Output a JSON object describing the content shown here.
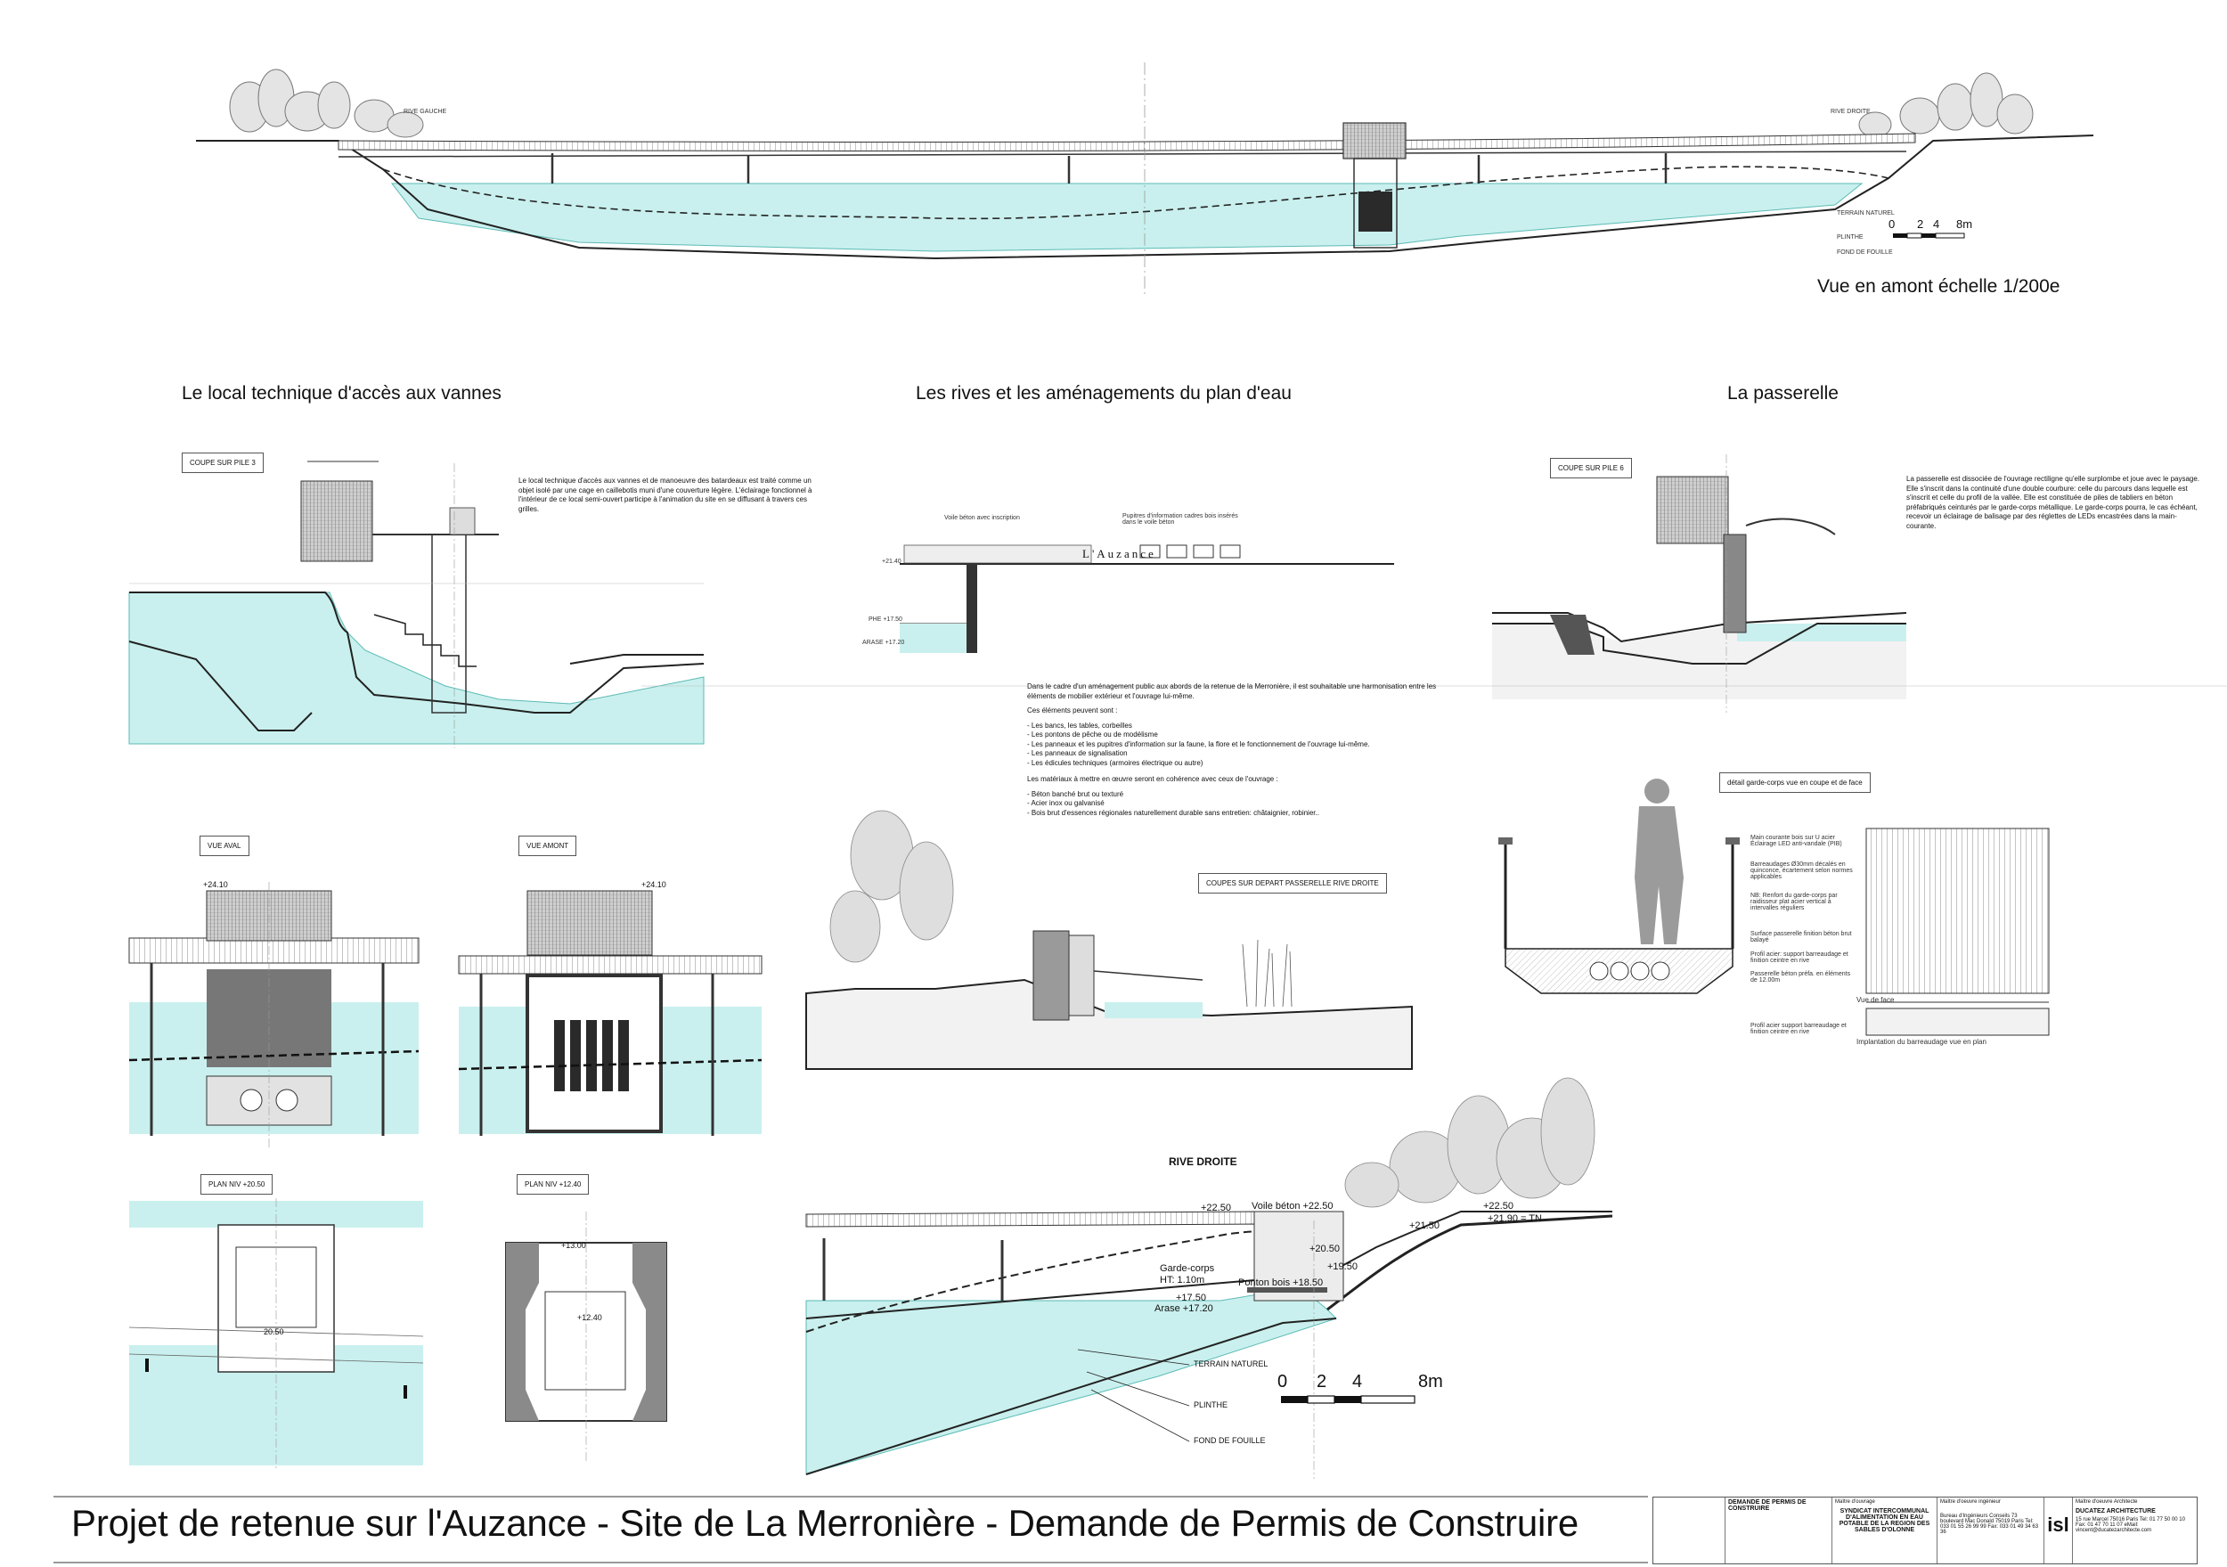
{
  "sheet_title": "Projet de retenue sur l'Auzance - Site de La Merronière - Demande de Permis de Construire",
  "top_view": {
    "caption": "Vue en amont échelle 1/200e",
    "rive_gauche": "RIVE GAUCHE",
    "rive_droite": "RIVE DROITE",
    "legend": [
      "TERRAIN NATUREL",
      "PLINTHE",
      "FOND DE FOUILLE"
    ],
    "scale_ticks": [
      "0",
      "2",
      "4",
      "8m"
    ]
  },
  "sections": {
    "local": "Le local technique d'accès aux vannes",
    "rives": "Les rives et les aménagements du plan d'eau",
    "passerelle": "La passerelle"
  },
  "local_block": {
    "coupe_tag": "COUPE SUR PILE 3",
    "description": "Le local technique d'accès aux vannes et de manoeuvre des batardeaux est traité comme un objet isolé par une cage en caillebotis muni d'une couverture légère. L'éclairage fonctionnel à l'intérieur de ce local semi-ouvert participe à l'animation du site en se diffusant à travers ces grilles.",
    "vue_aval": "VUE AVAL",
    "vue_amont": "VUE AMONT",
    "elev_aval": "+24.10",
    "elev_amont": "+24.10",
    "plan_2050": "PLAN NIV +20.50",
    "plan_1240": "PLAN NIV +12.40",
    "plan_2050_label": "20.50",
    "plan_1300": "+13.00",
    "plan_1240_label": "+12.40"
  },
  "rives_block": {
    "elev_top": "+21.40",
    "elev_phe": "PHE +17.50",
    "elev_arase": "ARASE +17.20",
    "auzance_sign": "L'Auzance",
    "voile_label": "Voile béton avec inscription",
    "pupitres_label": "Pupitres d'information cadres bois insérés dans le voile béton",
    "intro": "Dans le cadre d'un aménagement public aux abords de la retenue de la Merronière, il est souhaitable une harmonisation entre les éléments de mobilier extérieur et l'ouvrage lui-même.",
    "elements_title": "Ces éléments peuvent sont :",
    "elements": [
      "Les bancs, les tables, corbeilles",
      "Les pontons de pêche ou de modélisme",
      "Les panneaux et les pupitres d'information sur la faune, la flore et le fonctionnement de l'ouvrage lui-même.",
      "Les panneaux de signalisation",
      "Les édicules techniques (armoires électrique ou autre)"
    ],
    "materials_title": "Les matériaux à mettre en œuvre seront en cohérence avec ceux de l'ouvrage :",
    "materials": [
      "Béton banché brut ou texturé",
      "Acier inox ou galvanisé",
      "Bois brut d'essences régionales naturellement durable sans entretien: châtaignier, robinier.."
    ],
    "coupe_tag": "COUPES SUR DEPART PASSERELLE  RIVE DROITE"
  },
  "passerelle_block": {
    "coupe_tag": "COUPE SUR PILE 6",
    "description": "La passerelle est dissociée de l'ouvrage rectiligne qu'elle surplombe et joue avec le paysage. Elle s'inscrit dans la continuité d'une double courbure: celle du parcours dans lequelle est s'inscrit et celle du profil de la vallée. Elle est constituée de piles de tabliers en béton préfabriqués ceinturés par le garde-corps métallique. Le garde-corps pourra, le cas échéant, recevoir un éclairage de balisage par des réglettes de LEDs encastrées dans la main-courante.",
    "detail_tag": "détail garde-corps vue en coupe et de face",
    "notes": [
      "Main courante bois sur U acier Éclairage LED anti-vandale (PIB)",
      "Barreaudages Ø30mm décalés en quinconce, écartement selon normes applicables",
      "NB: Renfort du garde-corps par raidisseur plat acier vertical à intervalles réguliers",
      "Surface passerelle finition béton brut balayé",
      "Profil acier: support barreaudage et finition ceintre en rive",
      "Passerelle béton préfa. en éléments de 12.00m",
      "Profil acier support barreaudage et finition ceintre en rive"
    ],
    "vue_face": "Vue de face",
    "implantation": "Implantation du barreaudage vue en plan"
  },
  "rive_droite_block": {
    "title": "RIVE DROITE",
    "voile": "Voile béton +22.50",
    "elev_2250_left": "+22.50",
    "elev_2250_right": "+22.50",
    "elev_2150": "+21.50",
    "elev_2190": "+21.90 = TN",
    "elev_2050": "+20.50",
    "elev_1950": "+19.50",
    "garde_corps": "Garde-corps",
    "garde_corps_ht": "HT: 1.10m",
    "ponton": "Ponton bois +18.50",
    "elev_1750": "+17.50",
    "arase": "Arase +17.20",
    "legend": [
      "TERRAIN NATUREL",
      "PLINTHE",
      "FOND DE FOUILLE"
    ],
    "scale_ticks": [
      "0",
      "2",
      "4",
      "8m"
    ]
  },
  "cartouche": {
    "demande": "DEMANDE DE PERMIS DE CONSTRUIRE",
    "maitre_ouvrage_label": "Maître d'ouvrage",
    "client": "SYNDICAT INTERCOMMUNAL D'ALIMENTATION EN EAU POTABLE DE LA REGION DES SABLES D'OLONNE",
    "ingenieur_label": "Maître d'oeuvre ingénieur",
    "ingenieur": "Bureau d'Ingénieurs Conseils 73 boulevard Mac Donald 75019 Paris Tel: 033 01 55 26 99 99 Fax: 033 01 49 34 63 36",
    "logo": "isl",
    "architecte_label": "Maître d'oeuvre Architecte",
    "architecte": "DUCATEZ ARCHITECTURE",
    "architecte_addr": "15 rue Marcel 75016 Paris Tel: 01 77 50 00 10 Fax: 01 47 70 11 07 eMail: vincent@ducatezarchitecte.com"
  },
  "colors": {
    "water": "#c9f0ee",
    "water_line": "#5bbab5",
    "ground": "#f2f2f2",
    "line": "#222222"
  }
}
